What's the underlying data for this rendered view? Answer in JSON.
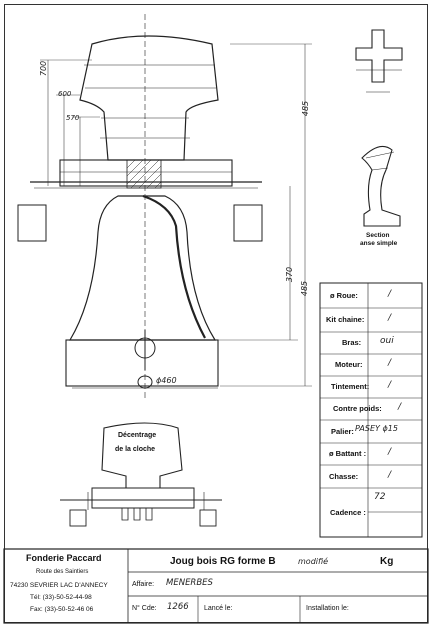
{
  "dimensions": {
    "d700": "700",
    "d600": "600",
    "d570": "570",
    "d485_top": "485",
    "d370": "370",
    "d485_right": "485",
    "d460": "ϕ460"
  },
  "section": {
    "line1": "Section",
    "line2": "anse simple"
  },
  "decentrage": {
    "line1": "Décentrage",
    "line2": "de la cloche"
  },
  "specs": [
    {
      "label": "ø Roue:",
      "value": "/"
    },
    {
      "label": "Kit chaine:",
      "value": "/"
    },
    {
      "label": "Bras:",
      "value": "oui"
    },
    {
      "label": "Moteur:",
      "value": "/"
    },
    {
      "label": "Tintement:",
      "value": "/"
    },
    {
      "label": "Contre poids:",
      "value": "/"
    },
    {
      "label": "Palier:",
      "value": "PASEY ϕ15"
    },
    {
      "label": "ø Battant :",
      "value": "/"
    },
    {
      "label": "Chasse:",
      "value": "/"
    },
    {
      "label": "Cadence :",
      "value": "72"
    }
  ],
  "title_block": {
    "company": "Fonderie Paccard",
    "address1": "Route des Saintiers",
    "address2": "74230 SEVRIER LAC D'ANNECY",
    "tel": "Tél: (33)-50-52-44-98",
    "fax": "Fax: (33)-50-52-46 06",
    "title": "Joug bois RG forme B",
    "title_note": "modifié",
    "unit": "Kg",
    "affaire_label": "Affaire:",
    "affaire_value": "MENERBES",
    "ncde_label": "N° Cde:",
    "ncde_value": "1266",
    "lance_label": "Lancé le:",
    "installation_label": "Installation le:"
  }
}
